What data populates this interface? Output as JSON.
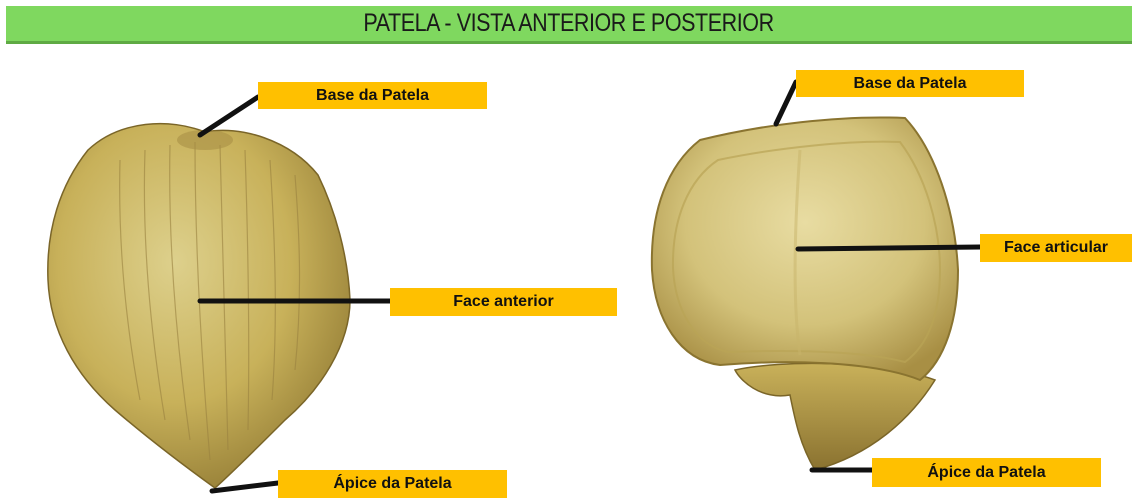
{
  "title": "PATELA - VISTA ANTERIOR E POSTERIOR",
  "colors": {
    "title_bar": "#7fd85f",
    "label_fill": "#ffc000",
    "leader_line": "#111111",
    "bone_light": "#e2d596",
    "bone_mid": "#c9b35e",
    "bone_dark": "#8c7530"
  },
  "anterior_view": {
    "labels": {
      "base": "Base da Patela",
      "face": "Face anterior",
      "apex": "Ápice da Patela"
    }
  },
  "posterior_view": {
    "labels": {
      "base": "Base da Patela",
      "face": "Face articular",
      "apex": "Ápice da Patela"
    }
  }
}
